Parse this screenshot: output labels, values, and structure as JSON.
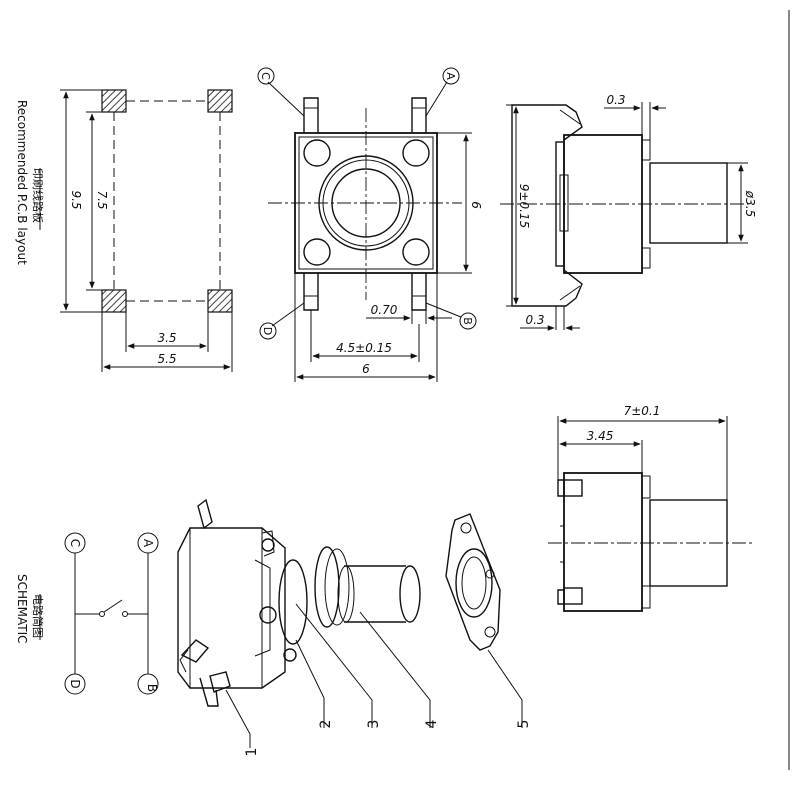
{
  "pcb": {
    "caption_cn": "印刷线路板",
    "caption_en": "Recommended P.C.B layout",
    "dim_9_5": "9.5",
    "dim_7_5": "7.5",
    "dim_3_5": "3.5",
    "dim_5_5": "5.5"
  },
  "top_view": {
    "pin_a": "A",
    "pin_b": "B",
    "pin_c": "C",
    "pin_d": "D",
    "dim_height": "6",
    "dim_0_70": "0.70",
    "dim_4_5": "4.5±0.15",
    "dim_width": "6"
  },
  "side_view": {
    "dim_0_3_top": "0.3",
    "dim_0_3_bottom": "0.3",
    "dim_9": "9±0.15",
    "dim_3_5_dia": "ø3.5"
  },
  "front_view": {
    "dim_7": "7±0.1",
    "dim_3_45": "3.45"
  },
  "schematic": {
    "caption_cn": "电路简图",
    "caption_en": "SCHEMATIC",
    "terminal_a": "A",
    "terminal_b": "B",
    "terminal_c": "C",
    "terminal_d": "D"
  },
  "exploded": {
    "part_1": "1",
    "part_2": "2",
    "part_3": "3",
    "part_4": "4",
    "part_5": "5"
  }
}
